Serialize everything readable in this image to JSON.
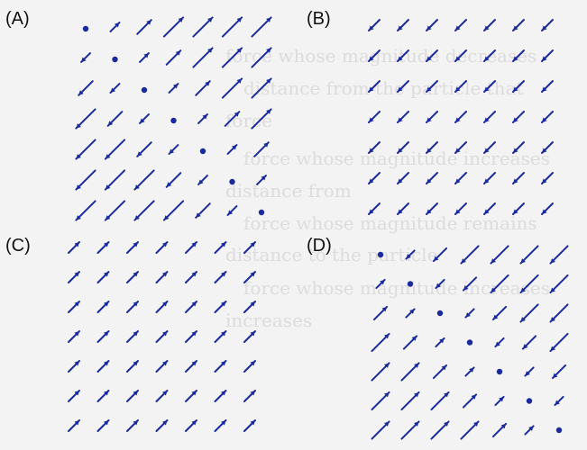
{
  "background_text": [
    "force whose magnitude decreases",
    "distance from the particle that",
    "force",
    "force whose magnitude increases",
    "distance from",
    "force whose magnitude remains",
    "distance to the particle",
    "force whose magnitude increases",
    "increases"
  ],
  "colors": {
    "arrow": "#1a2a9c",
    "label": "#111111",
    "background": "#f3f3f3"
  },
  "panels": [
    {
      "id": "A",
      "label": "(A)",
      "pattern": "diagonal-dots-radial",
      "dots": [
        [
          0,
          0
        ],
        [
          1,
          1
        ],
        [
          2,
          2
        ],
        [
          3,
          3
        ],
        [
          4,
          4
        ],
        [
          5,
          5
        ],
        [
          6,
          6
        ]
      ],
      "description": "arrows point away from / toward a diagonal line of dots; magnitude grows with distance"
    },
    {
      "id": "B",
      "label": "(B)",
      "pattern": "uniform-down-left",
      "dots": []
    },
    {
      "id": "C",
      "label": "(C)",
      "pattern": "uniform-up-right",
      "dots": []
    },
    {
      "id": "D",
      "label": "(D)",
      "pattern": "diagonal-dots-converging",
      "dots": [
        [
          0,
          0
        ],
        [
          1,
          1
        ],
        [
          2,
          2
        ],
        [
          3,
          3
        ],
        [
          4,
          4
        ],
        [
          5,
          5
        ],
        [
          6,
          6
        ]
      ]
    }
  ]
}
